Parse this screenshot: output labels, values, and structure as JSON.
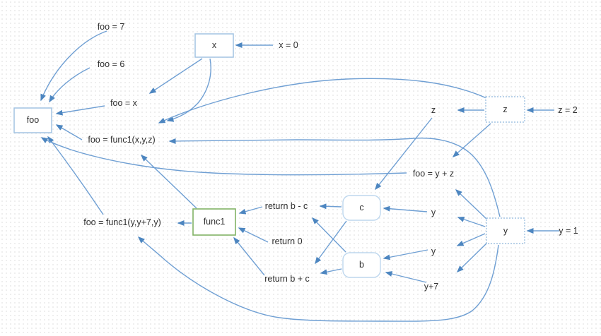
{
  "appearance": {
    "canvas_bg": "#ffffff",
    "grid_dot": "#e2e2e2",
    "edge": "#6f9fd3",
    "arrow": "#4d86c0",
    "node_border_blue": "#a2c3e2",
    "node_border_light": "#bed7ee",
    "node_border_green": "#82b366",
    "node_fill": "#ffffff",
    "text": "#2f2f2f"
  },
  "nodes": {
    "foo": {
      "label": "foo"
    },
    "x": {
      "label": "x"
    },
    "z": {
      "label": "z"
    },
    "y": {
      "label": "y"
    },
    "func1": {
      "label": "func1"
    },
    "c": {
      "label": "c"
    },
    "b": {
      "label": "b"
    }
  },
  "statements": {
    "foo_eq_7": "foo = 7",
    "foo_eq_6": "foo = 6",
    "foo_eq_x": "foo = x",
    "foo_eq_func1_xyz": "foo = func1(x,y,z)",
    "foo_eq_func1_y": "foo = func1(y,y+7,y)",
    "x_eq_0": "x = 0",
    "z_eq_2": "z = 2",
    "y_eq_1": "y = 1",
    "z_use": "z",
    "foo_eq_y_plus_z": "foo = y + z",
    "y_use_1": "y",
    "y_use_2": "y",
    "y_plus_7": "y+7",
    "return_b_minus_c": "return b - c",
    "return_0": "return 0",
    "return_b_plus_c": "return b + c"
  },
  "edges": [
    {
      "from": "foo_eq_7",
      "to": "foo"
    },
    {
      "from": "foo_eq_6",
      "to": "foo"
    },
    {
      "from": "foo_eq_x",
      "to": "foo"
    },
    {
      "from": "foo_eq_func1_xyz",
      "to": "foo"
    },
    {
      "from": "foo_eq_func1_y",
      "to": "foo"
    },
    {
      "from": "foo_eq_y_plus_z",
      "to": "foo"
    },
    {
      "from": "x_eq_0",
      "to": "x"
    },
    {
      "from": "x",
      "to": "foo_eq_x"
    },
    {
      "from": "x",
      "to": "foo_eq_func1_xyz"
    },
    {
      "from": "z",
      "to": "foo_eq_func1_xyz"
    },
    {
      "from": "z_eq_2",
      "to": "z"
    },
    {
      "from": "z",
      "to": "z_use"
    },
    {
      "from": "z",
      "to": "foo_eq_y_plus_z"
    },
    {
      "from": "z_use",
      "to": "c"
    },
    {
      "from": "y_eq_1",
      "to": "y"
    },
    {
      "from": "y",
      "to": "foo_eq_y_plus_z"
    },
    {
      "from": "y",
      "to": "y_use_1"
    },
    {
      "from": "y",
      "to": "y_use_2"
    },
    {
      "from": "y",
      "to": "y_plus_7"
    },
    {
      "from": "y",
      "to": "foo_eq_func1_xyz"
    },
    {
      "from": "y",
      "to": "foo_eq_func1_y"
    },
    {
      "from": "func1",
      "to": "foo_eq_func1_y"
    },
    {
      "from": "func1",
      "to": "foo_eq_func1_xyz"
    },
    {
      "from": "return_b_minus_c",
      "to": "func1"
    },
    {
      "from": "return_0",
      "to": "func1"
    },
    {
      "from": "return_b_plus_c",
      "to": "func1"
    },
    {
      "from": "c",
      "to": "return_b_minus_c"
    },
    {
      "from": "b",
      "to": "return_b_plus_c"
    },
    {
      "from": "c",
      "to": "return_b_plus_c"
    },
    {
      "from": "b",
      "to": "return_b_minus_c"
    },
    {
      "from": "y_use_1",
      "to": "c"
    },
    {
      "from": "y_use_2",
      "to": "b"
    },
    {
      "from": "y_plus_7",
      "to": "b"
    }
  ]
}
